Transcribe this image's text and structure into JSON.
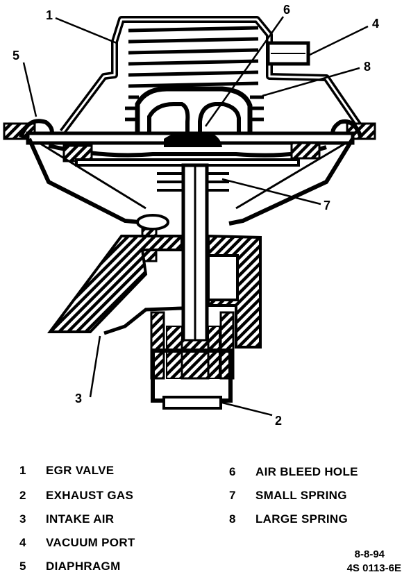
{
  "callouts": [
    "1",
    "2",
    "3",
    "4",
    "5",
    "6",
    "7",
    "8"
  ],
  "legend": [
    {
      "num": "1",
      "label": "EGR VALVE"
    },
    {
      "num": "2",
      "label": "EXHAUST GAS"
    },
    {
      "num": "3",
      "label": "INTAKE AIR"
    },
    {
      "num": "4",
      "label": "VACUUM PORT"
    },
    {
      "num": "5",
      "label": "DIAPHRAGM"
    },
    {
      "num": "6",
      "label": "AIR BLEED HOLE"
    },
    {
      "num": "7",
      "label": "SMALL SPRING"
    },
    {
      "num": "8",
      "label": "LARGE SPRING"
    }
  ],
  "date": "8-8-94",
  "figure_code": "4S 0113-6E"
}
